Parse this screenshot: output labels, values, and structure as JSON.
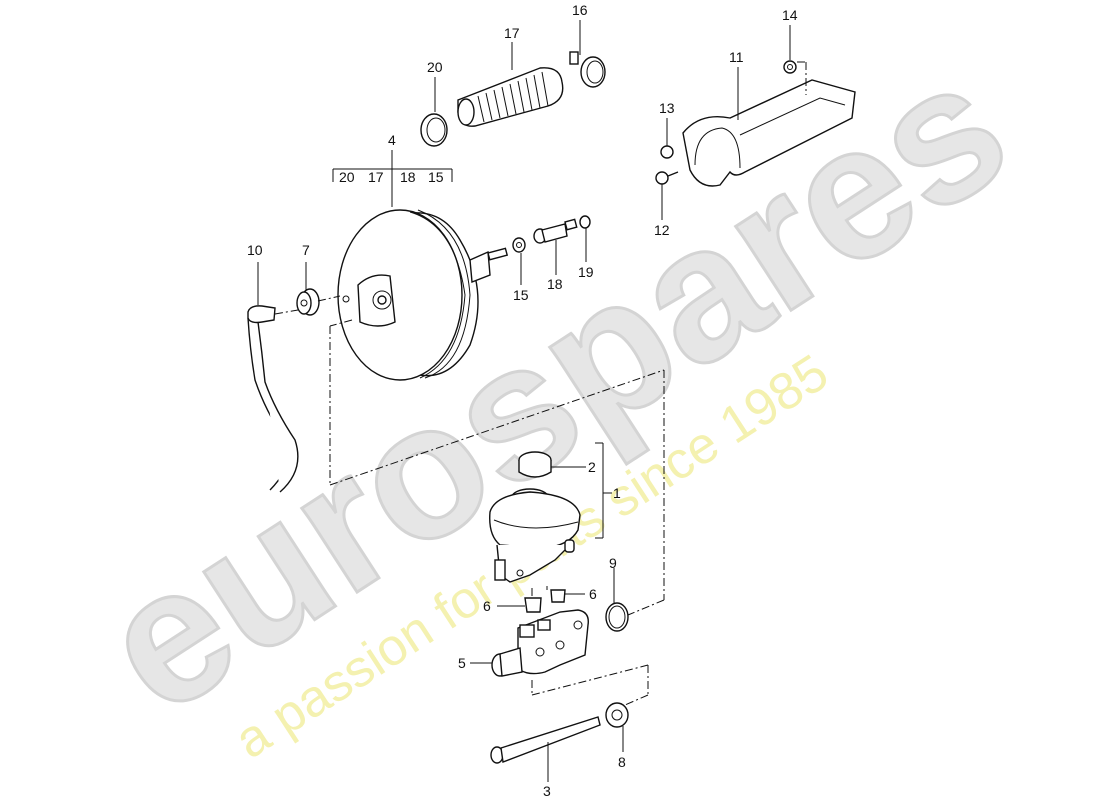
{
  "diagram": {
    "type": "exploded-parts-diagram",
    "subject": "brake booster and brake master cylinder assembly",
    "watermark": {
      "brand": "eurospares",
      "tagline": "a passion for parts since 1985",
      "brand_color": "#d9d9d9",
      "tagline_color": "#f3f0a0"
    },
    "group_bracket": {
      "parent_label": "4",
      "children": [
        "20",
        "17",
        "18",
        "15"
      ]
    },
    "callouts": [
      {
        "id": "1",
        "part": "brake master cylinder assembly"
      },
      {
        "id": "2",
        "part": "reservoir cap"
      },
      {
        "id": "3",
        "part": "long bolt"
      },
      {
        "id": "4",
        "part": "brake booster"
      },
      {
        "id": "5",
        "part": "master cylinder body"
      },
      {
        "id": "6a",
        "label": "6",
        "part": "plug"
      },
      {
        "id": "6b",
        "label": "6",
        "part": "plug"
      },
      {
        "id": "7",
        "part": "grommet"
      },
      {
        "id": "8",
        "part": "nut"
      },
      {
        "id": "9",
        "part": "o-ring"
      },
      {
        "id": "10",
        "part": "vacuum hose"
      },
      {
        "id": "11",
        "part": "support bracket"
      },
      {
        "id": "12",
        "part": "bolt"
      },
      {
        "id": "13",
        "part": "plug"
      },
      {
        "id": "14",
        "part": "nut"
      },
      {
        "id": "15",
        "part": "nut"
      },
      {
        "id": "16",
        "part": "hose clamp"
      },
      {
        "id": "17",
        "part": "bellows"
      },
      {
        "id": "18",
        "part": "threaded pin"
      },
      {
        "id": "19",
        "part": "washer"
      },
      {
        "id": "20",
        "part": "hose clamp"
      }
    ]
  },
  "labels": {
    "l1": "1",
    "l2": "2",
    "l3": "3",
    "l4": "4",
    "l5": "5",
    "l6a": "6",
    "l6b": "6",
    "l7": "7",
    "l8": "8",
    "l9": "9",
    "l10": "10",
    "l11": "11",
    "l12": "12",
    "l13": "13",
    "l14": "14",
    "l15": "15",
    "l16": "16",
    "l17": "17",
    "l18": "18",
    "l19": "19",
    "l20": "20",
    "g20": "20",
    "g17": "17",
    "g18": "18",
    "g15": "15"
  }
}
